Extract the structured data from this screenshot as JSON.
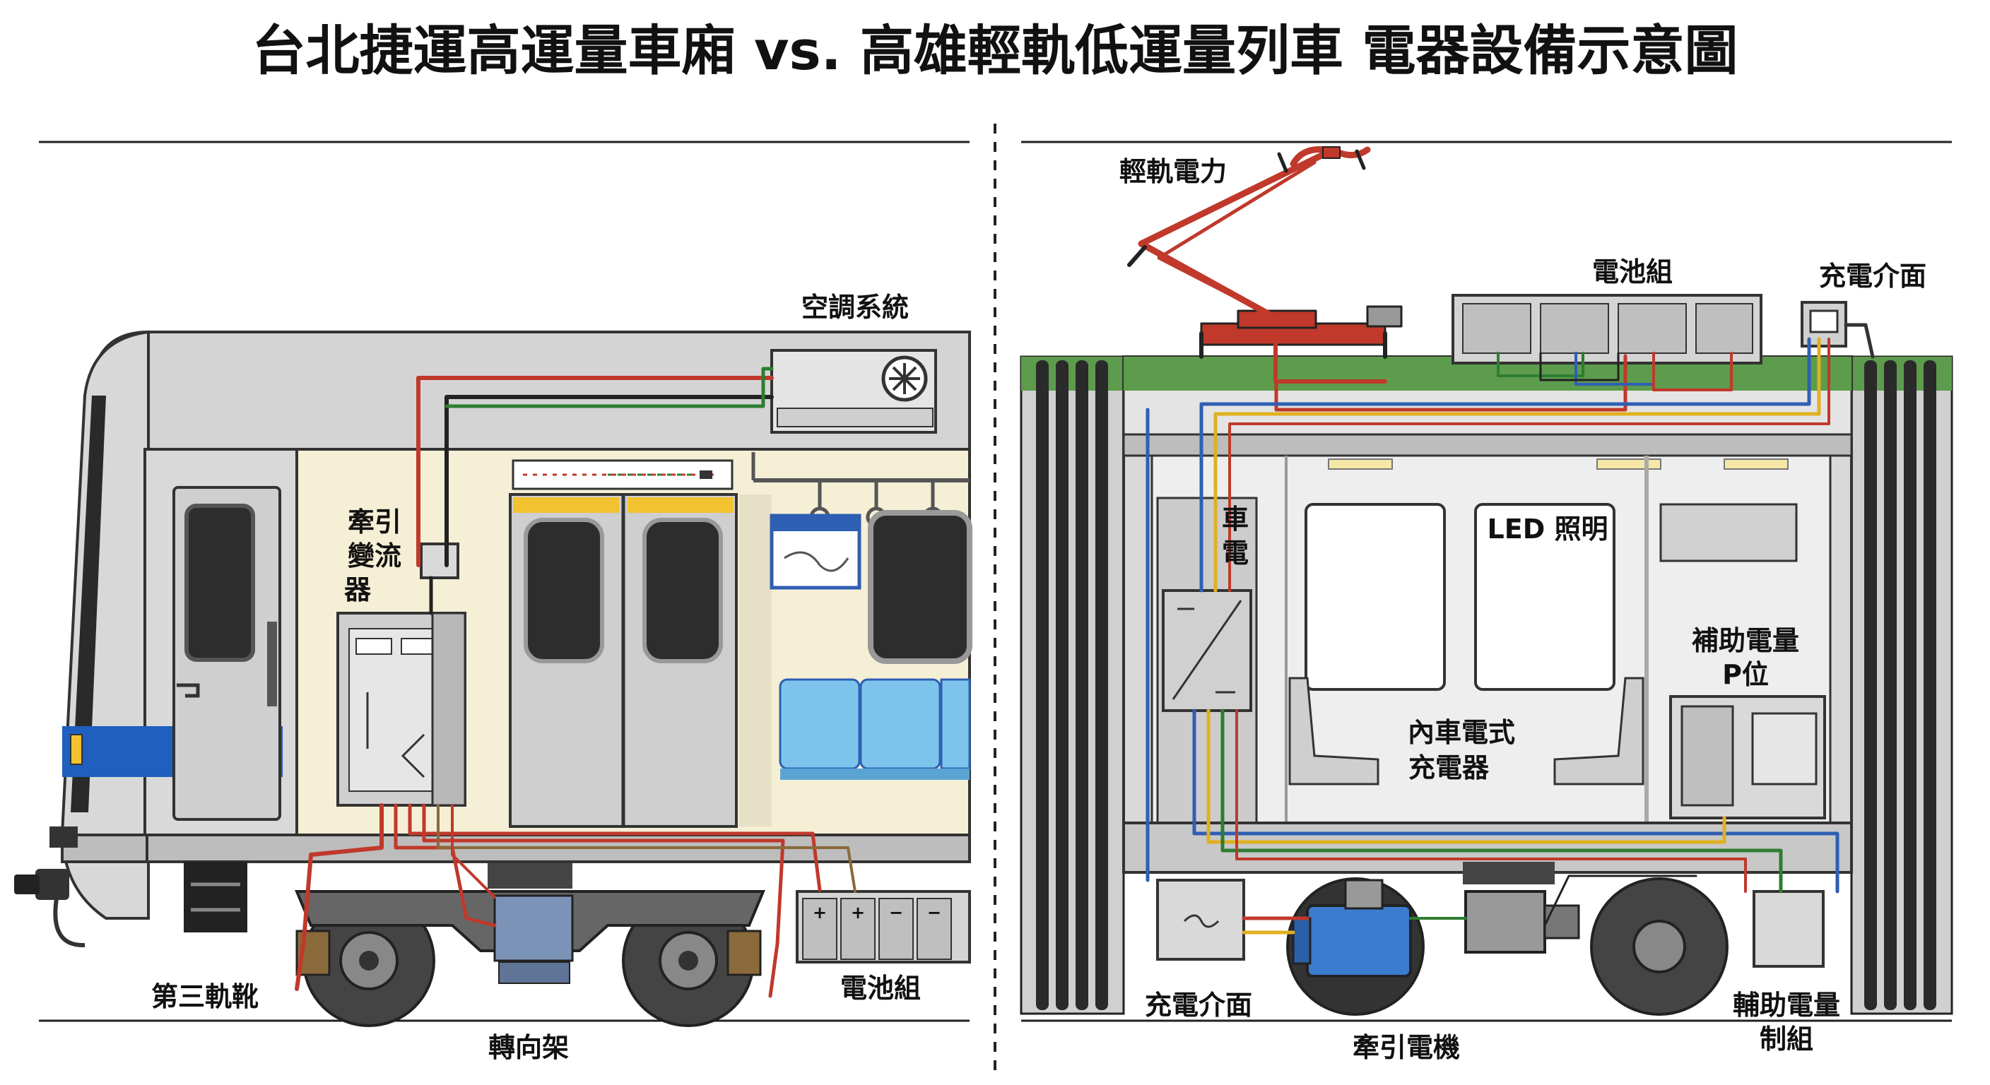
{
  "title": "台北捷運高運量車廂 vs. 高雄輕軌低運量列車 電器設備示意圖",
  "left": {
    "labels": {
      "ac_system": "空調系統",
      "traction_inverter": [
        "牽引",
        "變流",
        "器"
      ],
      "third_rail": "第三軌靴",
      "bogie": "轉向架",
      "battery": "電池組"
    }
  },
  "right": {
    "labels": {
      "lrt_power": "輕軌電力",
      "battery": "電池組",
      "charge_interface_top": "充電介面",
      "onboard": [
        "車",
        "電"
      ],
      "led_lighting": "LED 照明",
      "aux_power_unit": [
        "補助電量",
        "P位"
      ],
      "onboard_charger": [
        "內車電式",
        "充電器"
      ],
      "charge_interface_bottom": "充電介面",
      "traction_motor": "牽引電機",
      "aux_power_control": [
        "輔助電量",
        "制組"
      ]
    }
  },
  "colors": {
    "wire_red": "#c0392b",
    "wire_green": "#2e7d32",
    "wire_blue": "#2f5fb3",
    "wire_yellow": "#e0b020",
    "stripe_blue": "#1f5fbf",
    "lrt_green": "#5c9c4c",
    "seat_blue": "#7cc4ec",
    "door_yellow": "#f2c230"
  }
}
